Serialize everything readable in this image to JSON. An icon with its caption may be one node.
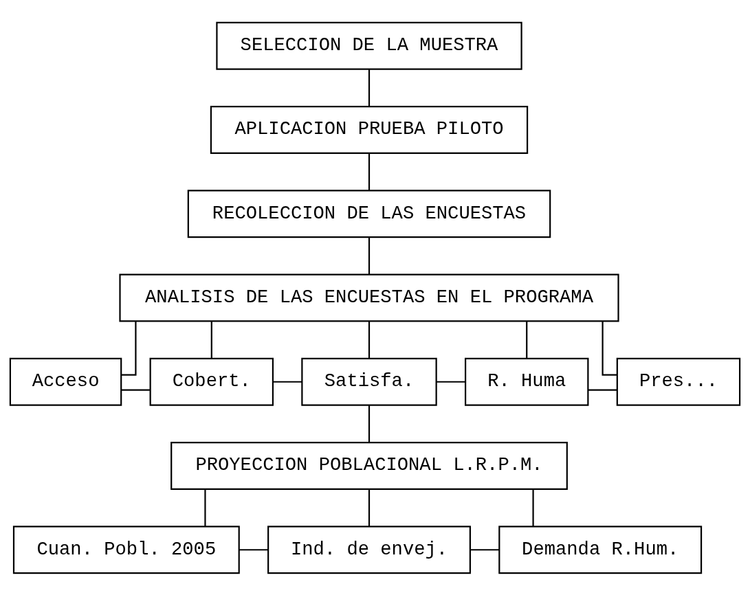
{
  "diagram": {
    "nodes": [
      {
        "text": [
          "SELECCION DE LA MUESTRA"
        ]
      },
      {
        "text": [
          "APLICACION PRUEBA PILOTO"
        ]
      },
      {
        "text": [
          "RECOLECCION DE LAS ENCUESTAS"
        ]
      },
      {
        "text": [
          "ANALISIS DE LAS ENCUESTAS EN EL PROGRAMA"
        ]
      },
      {
        "text": [
          "Acceso"
        ]
      },
      {
        "text": [
          "Cobert."
        ]
      },
      {
        "text": [
          "Satisfa."
        ]
      },
      {
        "text": [
          "R. Huma"
        ]
      },
      {
        "text": [
          "Pres..."
        ]
      },
      {
        "text": [
          "PROYECCION POBLACIONAL L.R.P.M."
        ]
      },
      {
        "text": [
          "Cuan. Pobl. 2005"
        ]
      },
      {
        "text": [
          "Ind. de envej."
        ]
      },
      {
        "text": [
          "Demanda R.Hum."
        ]
      }
    ],
    "edges": [
      {
        "from": 0,
        "to": 1,
        "arrow": "none"
      },
      {
        "from": 1,
        "to": 2,
        "arrow": "none"
      },
      {
        "from": 2,
        "to": 3,
        "arrow": "none"
      },
      {
        "from": 3,
        "to": 4,
        "arrow": "none"
      },
      {
        "from": 3,
        "to": 5,
        "arrow": "none"
      },
      {
        "from": 3,
        "to": 6,
        "arrow": "none"
      },
      {
        "from": 3,
        "to": 7,
        "arrow": "none"
      },
      {
        "from": 3,
        "to": 8,
        "arrow": "none"
      },
      {
        "from": 4,
        "to": 5,
        "arrow": "none"
      },
      {
        "from": 5,
        "to": 6,
        "arrow": "none"
      },
      {
        "from": 6,
        "to": 7,
        "arrow": "none"
      },
      {
        "from": 7,
        "to": 8,
        "arrow": "none"
      },
      {
        "from": 6,
        "to": 9,
        "arrow": "none"
      },
      {
        "from": 9,
        "to": 10,
        "arrow": "none"
      },
      {
        "from": 9,
        "to": 11,
        "arrow": "none"
      },
      {
        "from": 9,
        "to": 12,
        "arrow": "none"
      },
      {
        "from": 10,
        "to": 11,
        "arrow": "none"
      },
      {
        "from": 11,
        "to": 12,
        "arrow": "none"
      }
    ]
  }
}
